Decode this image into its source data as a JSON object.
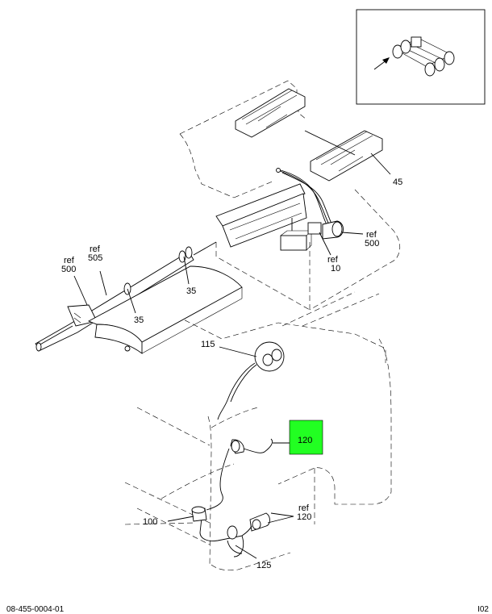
{
  "callouts": {
    "c45": "45",
    "ref500_top": "ref",
    "ref500_top_num": "500",
    "ref10": "ref",
    "ref10_num": "10",
    "ref500_left": "ref",
    "ref500_left_num": "500",
    "ref505": "ref",
    "ref505_num": "505",
    "c35_a": "35",
    "c35_b": "35",
    "c115": "115",
    "c120_highlight": "120",
    "ref120": "ref",
    "ref120_num": "120",
    "c100": "100",
    "c125": "125"
  },
  "highlight_color": "#22ff22",
  "footer": {
    "left": "08-455-0004-01",
    "right": "I02"
  }
}
